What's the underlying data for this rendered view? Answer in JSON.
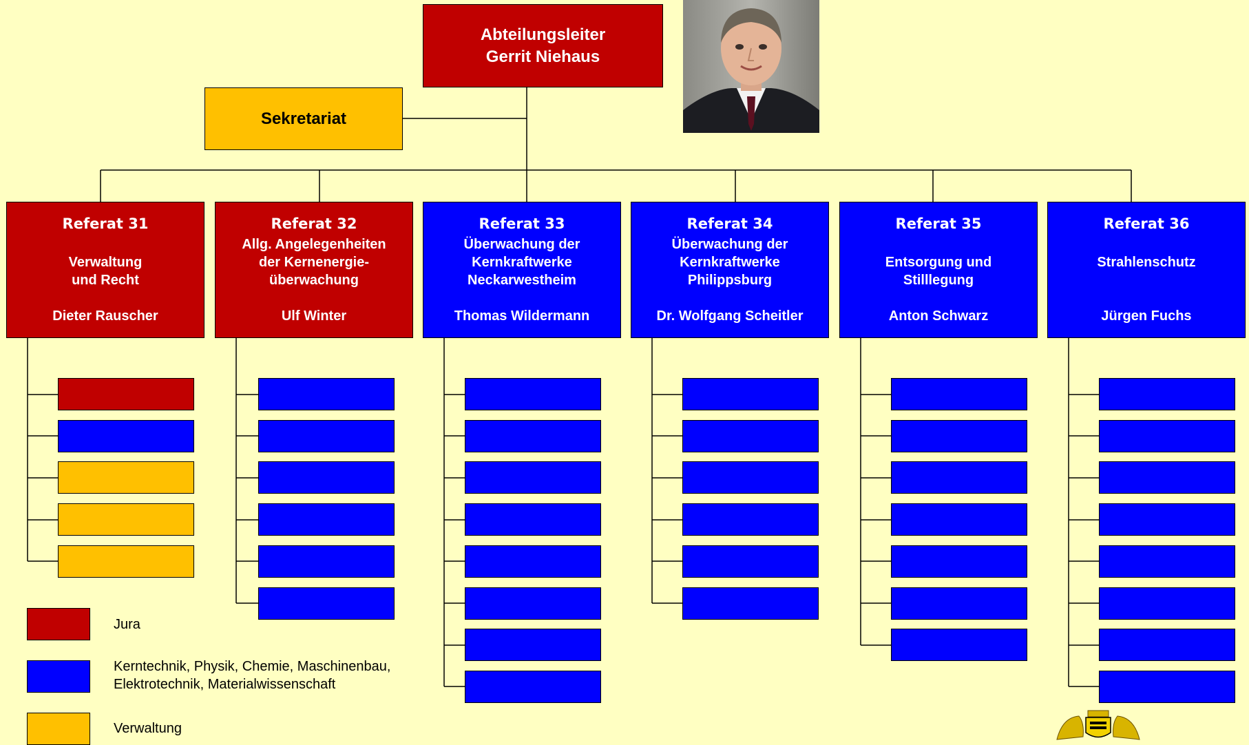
{
  "head": {
    "line1": "Abteilungsleiter",
    "line2": "Gerrit Niehaus"
  },
  "secretariat": {
    "label": "Sekretariat"
  },
  "portrait": {
    "alt": "Gerrit Niehaus"
  },
  "referate": [
    {
      "number": "Referat 31",
      "desc": [
        "",
        "Verwaltung",
        "und Recht"
      ],
      "head": "Dieter Rauscher",
      "color": "#c00000",
      "subunits": [
        "#c00000",
        "#0000ff",
        "#ffc000",
        "#ffc000",
        "#ffc000"
      ]
    },
    {
      "number": "Referat 32",
      "desc": [
        "Allg. Angelegenheiten",
        "der Kernenergie-",
        "überwachung"
      ],
      "head": "Ulf Winter",
      "color": "#c00000",
      "subunits": [
        "#0000ff",
        "#0000ff",
        "#0000ff",
        "#0000ff",
        "#0000ff",
        "#0000ff"
      ]
    },
    {
      "number": "Referat 33",
      "desc": [
        "Überwachung der",
        "Kernkraftwerke",
        "Neckarwestheim"
      ],
      "head": "Thomas Wildermann",
      "color": "#0000ff",
      "subunits": [
        "#0000ff",
        "#0000ff",
        "#0000ff",
        "#0000ff",
        "#0000ff",
        "#0000ff",
        "#0000ff",
        "#0000ff"
      ]
    },
    {
      "number": "Referat 34",
      "desc": [
        "Überwachung der",
        "Kernkraftwerke",
        "Philippsburg"
      ],
      "head": "Dr. Wolfgang Scheitler",
      "color": "#0000ff",
      "subunits": [
        "#0000ff",
        "#0000ff",
        "#0000ff",
        "#0000ff",
        "#0000ff",
        "#0000ff"
      ]
    },
    {
      "number": "Referat 35",
      "desc": [
        "",
        "Entsorgung und",
        "Stilllegung"
      ],
      "head": "Anton Schwarz",
      "color": "#0000ff",
      "subunits": [
        "#0000ff",
        "#0000ff",
        "#0000ff",
        "#0000ff",
        "#0000ff",
        "#0000ff",
        "#0000ff"
      ]
    },
    {
      "number": "Referat 36",
      "desc": [
        "",
        "Strahlenschutz",
        ""
      ],
      "head": "Jürgen Fuchs",
      "color": "#0000ff",
      "subunits": [
        "#0000ff",
        "#0000ff",
        "#0000ff",
        "#0000ff",
        "#0000ff",
        "#0000ff",
        "#0000ff",
        "#0000ff"
      ]
    }
  ],
  "legend": [
    {
      "color": "#c00000",
      "lines": [
        "Jura"
      ]
    },
    {
      "color": "#0000ff",
      "lines": [
        "Kerntechnik, Physik, Chemie, Maschinenbau,",
        "Elektrotechnik, Materialwissenschaft"
      ]
    },
    {
      "color": "#ffc000",
      "lines": [
        "Verwaltung"
      ]
    }
  ],
  "colors": {
    "background": "#ffffc2",
    "jura": "#c00000",
    "technik": "#0000ff",
    "verwaltung": "#ffc000"
  }
}
